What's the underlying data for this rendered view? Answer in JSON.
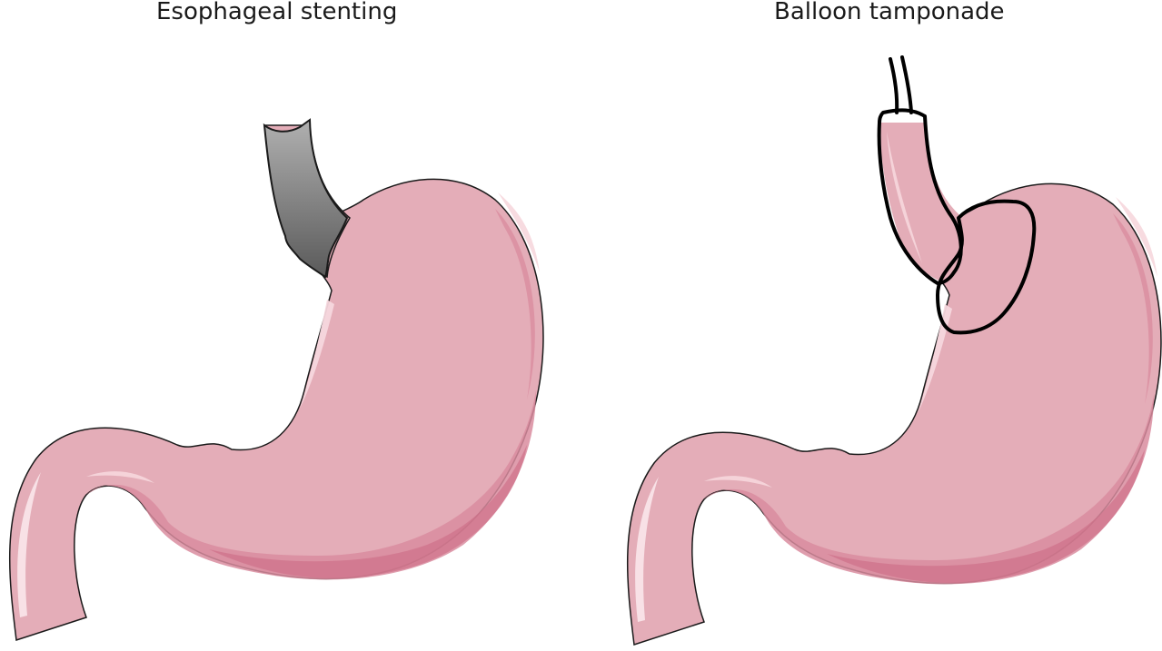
{
  "figure": {
    "panels": [
      {
        "title": "Esophageal stenting",
        "device": "esophageal-stent"
      },
      {
        "title": "Balloon tamponade",
        "device": "balloon-tamponade"
      }
    ]
  },
  "colors": {
    "stomach_fill": "#e4adb8",
    "stomach_shade": "#d98c9f",
    "stomach_dark": "#cf7089",
    "outline": "#1a1a1a",
    "stent_gray": "#8a8a8a",
    "balloon_outline": "#000000"
  }
}
